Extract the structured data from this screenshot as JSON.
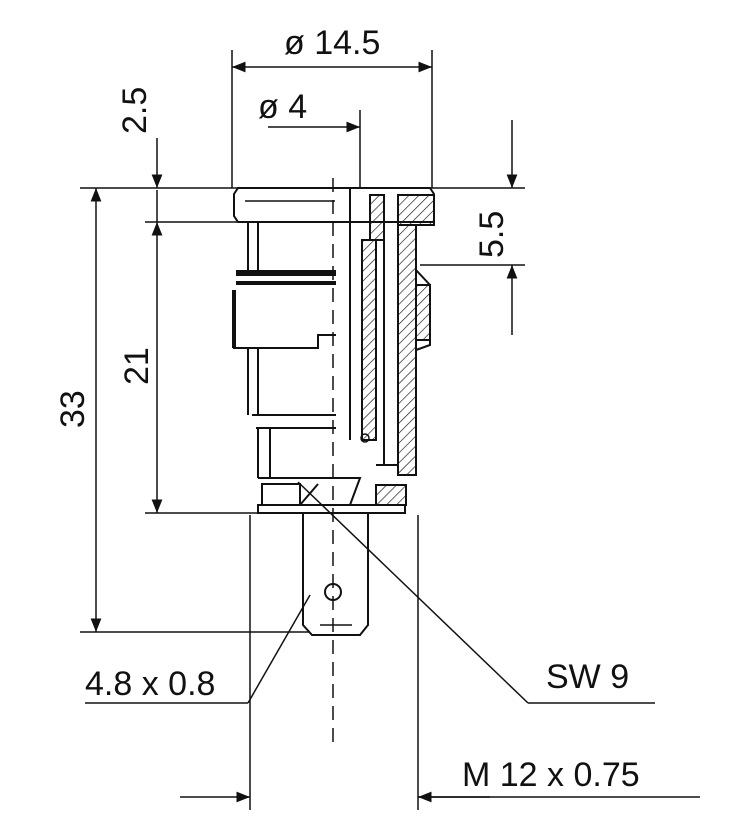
{
  "dimensions": {
    "outer_diameter": "ø 14.5",
    "inner_diameter": "ø 4",
    "top_offset": "2.5",
    "right_height": "5.5",
    "body_height": "21",
    "total_height": "33",
    "tab": "4.8 x 0.8",
    "wrench": "SW 9",
    "thread": "M 12 x 0.75"
  }
}
